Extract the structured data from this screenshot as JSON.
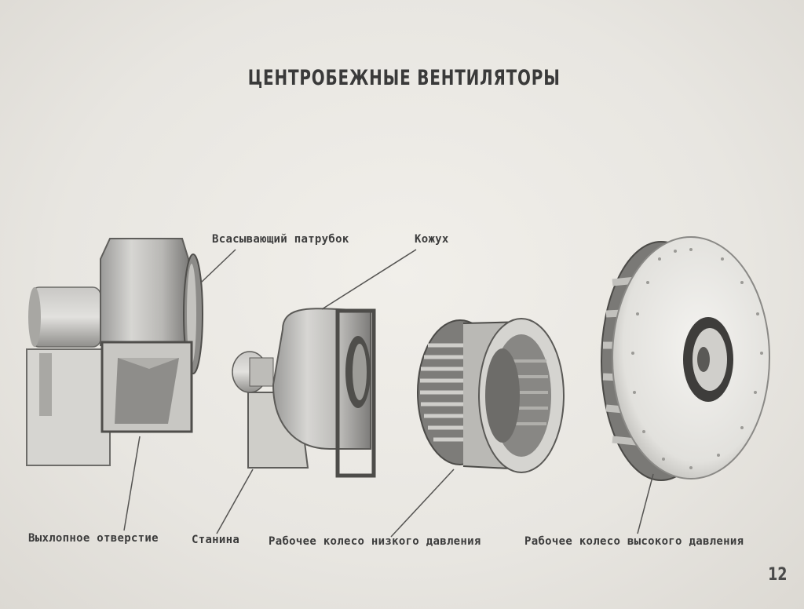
{
  "title": "ЦЕНТРОБЕЖНЫЕ ВЕНТИЛЯТОРЫ",
  "labels": {
    "suction_pipe": "Всасывающий патрубок",
    "casing": "Кожух",
    "exhaust_opening": "Выхлопное отверстие",
    "frame": "Станина",
    "low_pressure_wheel": "Рабочее колесо низкого давления",
    "high_pressure_wheel": "Рабочее колесо высокого давления"
  },
  "page_number": "12"
}
